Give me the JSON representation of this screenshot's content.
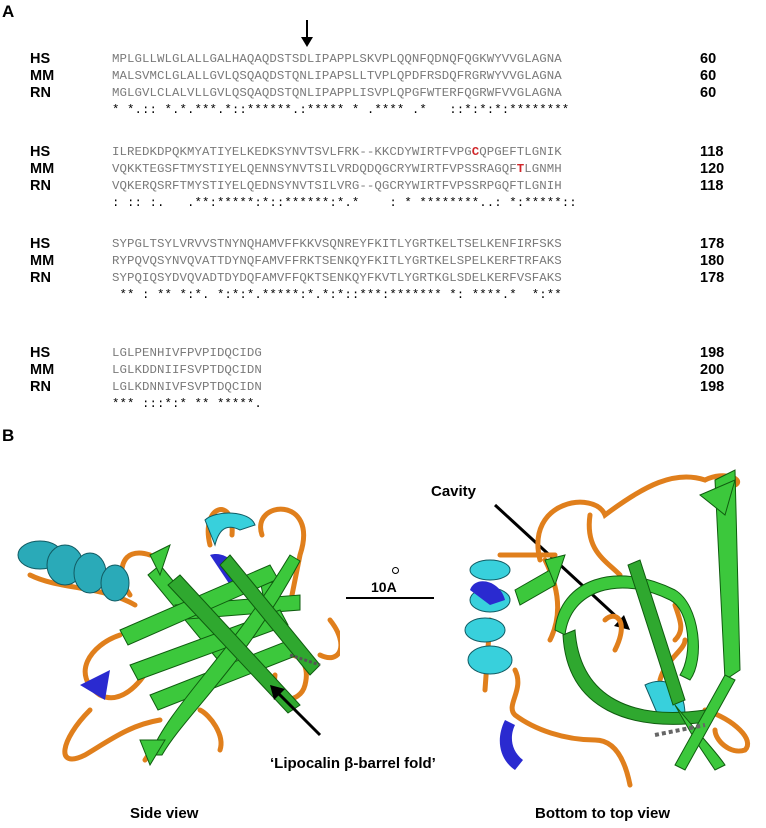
{
  "panel_a": {
    "label": "A",
    "arrow_marker": "down-arrow",
    "blocks": [
      {
        "rows": [
          {
            "species": "HS",
            "sequence": "MPLGLLWLGLALLGALHAQAQDSTSDLIPAPPLSKVPLQQNFQDNQFQGKWYVVGLAGNA",
            "position": "60"
          },
          {
            "species": "MM",
            "sequence": "MALSVMCLGLALLGVLQSQAQDSTQNLIPAPSLLTVPLQPDFRSDQFRGRWYVVGLAGNA",
            "position": "60"
          },
          {
            "species": "RN",
            "sequence": "MGLGVLCLALVLLGVLQSQAQDSTQNLIPAPPLISVPLQPGFWTERFQGRWFVVGLAGNA",
            "position": "60"
          }
        ],
        "conservation": "* *.:: *.*.***.*::******.:***** * .**** .*   ::*:*:*:********"
      },
      {
        "rows": [
          {
            "species": "HS",
            "sequence_pre": "ILREDKDPQKMYATIYELKEDKSYNVTSVLFRK--KKCDYWIRTFVPG",
            "highlight": "C",
            "sequence_post": "QPGEFTLGNIK",
            "position": "118"
          },
          {
            "species": "MM",
            "sequence_pre": "VQKKTEGSFTMYSTIYELQENNSYNVTSILVRDQDQGCRYWIRTFVPSSRAGQF",
            "highlight": "T",
            "sequence_post": "LGNMH",
            "position": "120"
          },
          {
            "species": "RN",
            "sequence": "VQKERQSRFTMYSTIYELQEDNSYNVTSILVRG--QGCRYWIRTFVPSSRPGQFTLGNIH",
            "position": "118"
          }
        ],
        "conservation": ": :: :.   .**:*****:*::******:*.*    : * ********..: *:*****::",
        "highlight_color": "#d1262a"
      },
      {
        "rows": [
          {
            "species": "HS",
            "sequence": "SYPGLTSYLVRVVSTNYNQHAMVFFKKVSQNREYFKITLYGRTKELTSELKENFIRFSKS",
            "position": "178"
          },
          {
            "species": "MM",
            "sequence": "RYPQVQSYNVQVATTDYNQFAMVFFRKTSENKQYFKITLYGRTKELSPELKERFTRFAKS",
            "position": "180"
          },
          {
            "species": "RN",
            "sequence": "SYPQIQSYDVQVADTDYDQFAMVFFQKTSENKQYFKVTLYGRTKGLSDELKERFVSFAKS",
            "position": "178"
          }
        ],
        "conservation": " ** : ** *:*. *:*:*.*****:*.*:*::***:******* *: ****.*  *:**"
      },
      {
        "rows": [
          {
            "species": "HS",
            "sequence": "LGLPENHIVFPVPIDQCIDG",
            "position": "198"
          },
          {
            "species": "MM",
            "sequence": "LGLKDDNIIFSVPTDQCIDN",
            "position": "200"
          },
          {
            "species": "RN",
            "sequence": "LGLKDNNIVFSVPTDQCIDN",
            "position": "198"
          }
        ],
        "conservation": "*** :::*:* ** *****."
      }
    ]
  },
  "panel_b": {
    "label": "B",
    "scale_bar": "10A",
    "annotations": {
      "cavity": "Cavity",
      "fold": "‘Lipocalin β-barrel fold’"
    },
    "views": [
      {
        "caption": "Side view"
      },
      {
        "caption": "Bottom to top view"
      }
    ],
    "colors": {
      "strand": "#3cc83c",
      "strand_dark": "#1f8f1f",
      "helix": "#2aaab8",
      "helix_light": "#38d0dc",
      "helix_310": "#2a2ad0",
      "loop": "#e07f1c"
    }
  }
}
